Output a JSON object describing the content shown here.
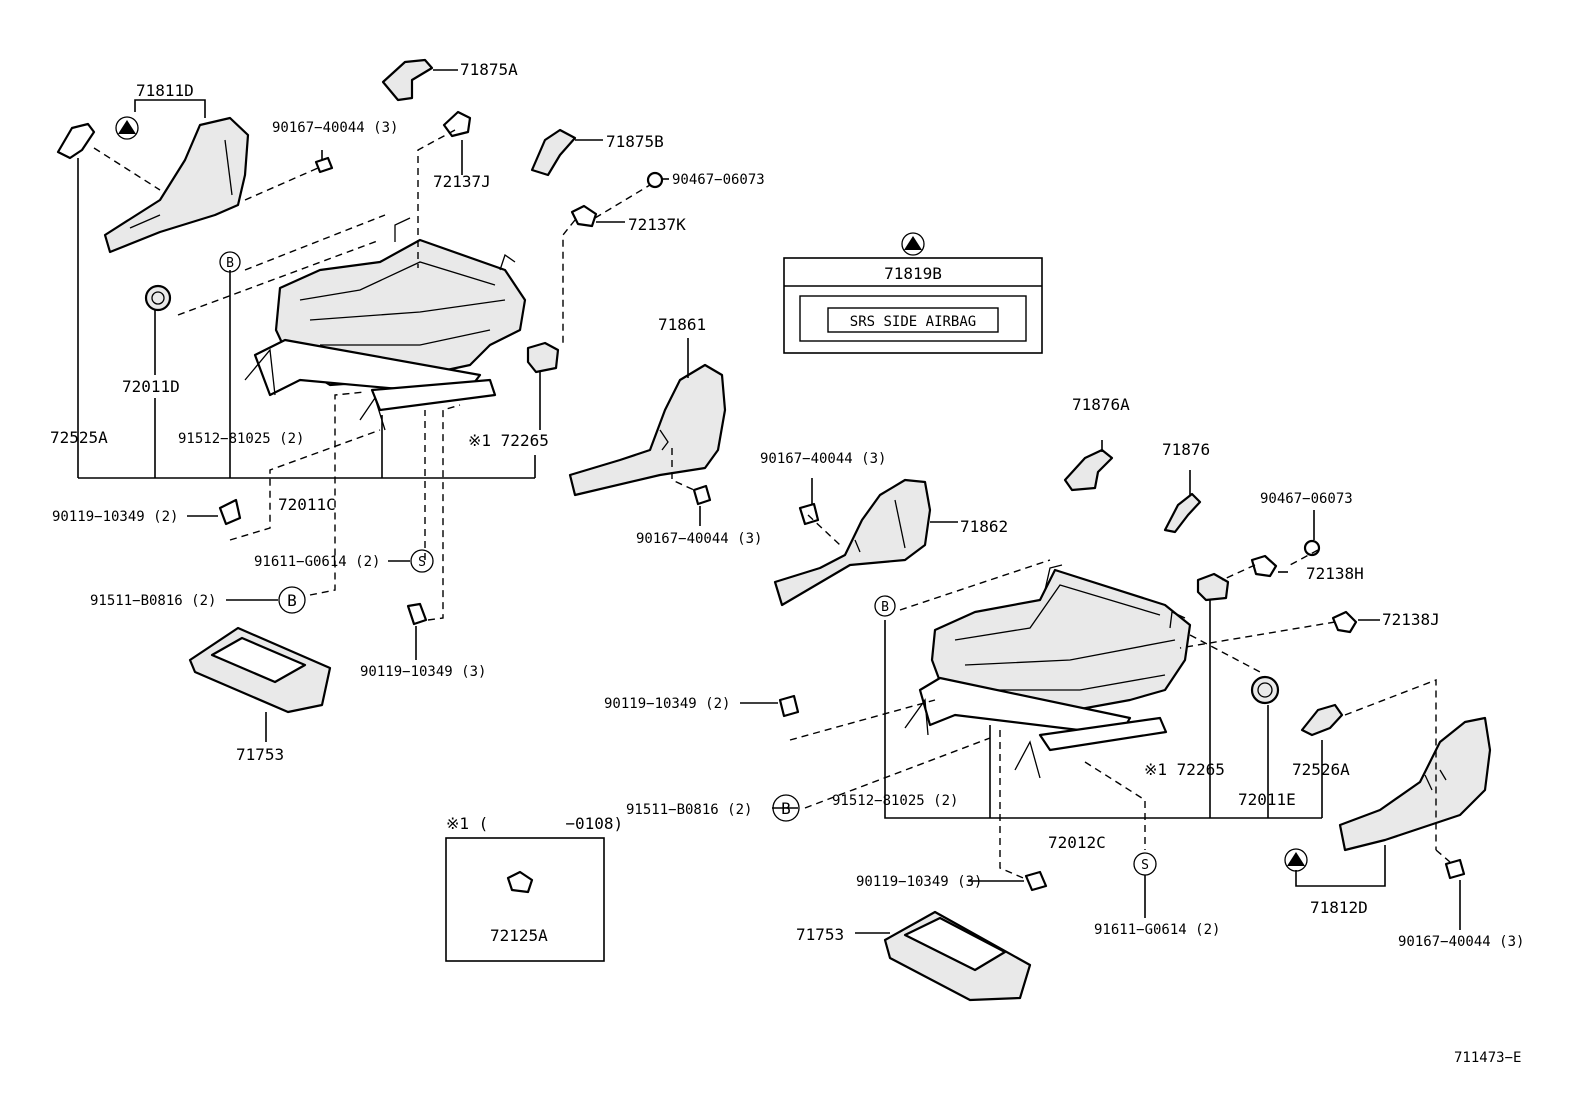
{
  "diagram": {
    "figure_code": "711473−E",
    "labels": {
      "l_71811D": "71811D",
      "l_71875A": "71875A",
      "l_90167_top": "90167−40044 (3)",
      "l_72137J": "72137J",
      "l_71875B": "71875B",
      "l_90467_top": "90467−06073",
      "l_72137K": "72137K",
      "l_72011D": "72011D",
      "l_72525A": "72525A",
      "l_91512_left": "91512−81025 (2)",
      "l_72265_left": "※1 72265",
      "l_72011C": "72011C",
      "l_90119_left": "90119−10349 (2)",
      "l_91611_left": "91611−G0614 (2)",
      "l_91511_left": "91511−B0816 (2)",
      "l_90119_left3": "90119−10349 (3)",
      "l_71753_left": "71753",
      "l_71861": "71861",
      "l_90167_mid": "90167−40044 (3)",
      "l_90167_mid2": "90167−40044 (3)",
      "l_71862": "71862",
      "l_71876A": "71876A",
      "l_71876": "71876",
      "l_90467_right": "90467−06073",
      "l_72138H": "72138H",
      "l_72138J": "72138J",
      "l_90119_right": "90119−10349 (2)",
      "l_72265_right": "※1 72265",
      "l_72011E": "72011E",
      "l_72526A": "72526A",
      "l_91511_right": "91511−B0816 (2)",
      "l_91512_right": "91512−81025 (2)",
      "l_72012C": "72012C",
      "l_90119_right3": "90119−10349 (3)",
      "l_91611_right": "91611−G0614 (2)",
      "l_71812D": "71812D",
      "l_90167_right": "90167−40044 (3)",
      "l_71753_right": "71753"
    },
    "symbols": {
      "b": "B",
      "s": "S"
    },
    "airbag_box": {
      "part": "71819B",
      "text": "SRS SIDE AIRBAG"
    },
    "note_box": {
      "header": "※1 (        −0108)",
      "part": "72125A"
    }
  }
}
